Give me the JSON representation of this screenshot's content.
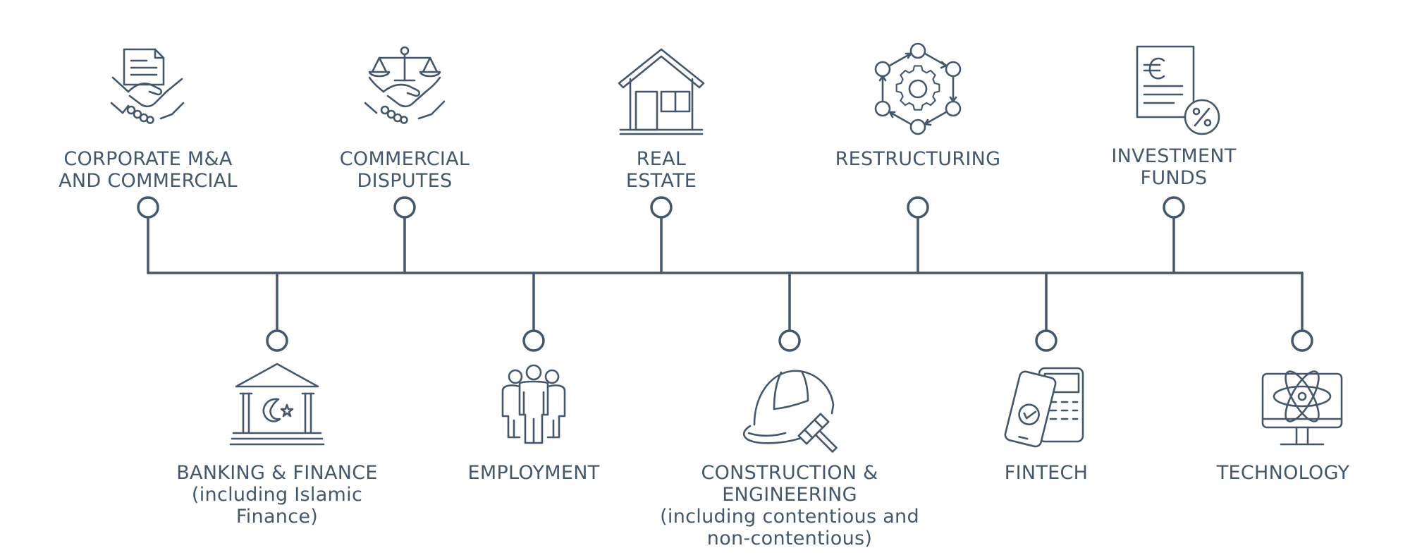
{
  "stroke_color": "#44576d",
  "background_color": "#ffffff",
  "top_items": [
    {
      "id": "corporate",
      "icon": "handshake-document-icon",
      "lines": [
        "CORPORATE M&A",
        "AND COMMERCIAL"
      ]
    },
    {
      "id": "disputes",
      "icon": "scales-handshake-icon",
      "lines": [
        "COMMERCIAL",
        "DISPUTES"
      ]
    },
    {
      "id": "real-estate",
      "icon": "house-icon",
      "lines": [
        "REAL",
        "ESTATE"
      ]
    },
    {
      "id": "restructuring",
      "icon": "gear-cycle-icon",
      "lines": [
        "RESTRUCTURING"
      ]
    },
    {
      "id": "investment-funds",
      "icon": "euro-document-percent-icon",
      "lines": [
        "INVESTMENT",
        "FUNDS"
      ]
    }
  ],
  "bottom_items": [
    {
      "id": "banking",
      "icon": "bank-crescent-icon",
      "lines": [
        "BANKING & FINANCE",
        "(including Islamic",
        "Finance)"
      ]
    },
    {
      "id": "employment",
      "icon": "people-group-icon",
      "lines": [
        "EMPLOYMENT"
      ]
    },
    {
      "id": "construction",
      "icon": "hardhat-gavel-icon",
      "lines": [
        "CONSTRUCTION &",
        "ENGINEERING",
        "(including contentious and",
        "non-contentious)"
      ]
    },
    {
      "id": "fintech",
      "icon": "pay-phone-terminal-icon",
      "lines": [
        "FINTECH"
      ]
    },
    {
      "id": "technology",
      "icon": "atom-monitor-icon",
      "lines": [
        "TECHNOLOGY"
      ]
    }
  ]
}
